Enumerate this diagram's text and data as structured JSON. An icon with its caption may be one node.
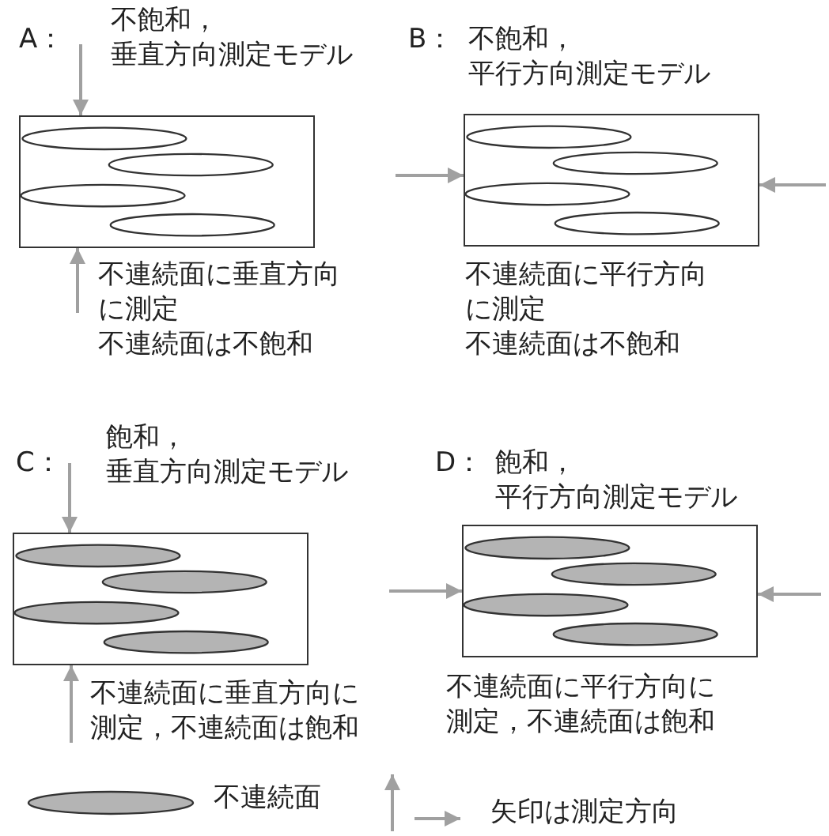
{
  "diagram": {
    "nodes": [
      {
        "text": [],
        "shape": "box"
      },
      {
        "text": [],
        "shape": "box"
      },
      {
        "text": [],
        "shape": "box"
      },
      {
        "text": [],
        "shape": "box"
      }
    ],
    "edges": [
      {
        "from": null,
        "to": 0,
        "arrow": "to"
      },
      {
        "from": null,
        "to": 0,
        "arrow": "to"
      },
      {
        "from": null,
        "to": 1,
        "arrow": "to"
      },
      {
        "from": null,
        "to": 1,
        "arrow": "to"
      },
      {
        "from": null,
        "to": 2,
        "arrow": "to"
      },
      {
        "from": null,
        "to": 2,
        "arrow": "to"
      },
      {
        "from": null,
        "to": 3,
        "arrow": "to"
      },
      {
        "from": null,
        "to": 3,
        "arrow": "to"
      }
    ],
    "labels": [
      "A：",
      "不飽和，垂直方向測定モデル",
      "B：",
      "不飽和，平行方向測定モデル",
      "不連続面に垂直方向に測定",
      "不連続面は不飽和",
      "不連続面に平行方向に測定",
      "不連続面は不飽和",
      "C：",
      "飽和，垂直方向測定モデル",
      "D：",
      "飽和，平行方向測定モデル",
      "不連続面に垂直方向に測定，不連続面は飽和",
      "不連続面に平行方向に測定，不連続面は飽和"
    ],
    "legend": [
      {
        "text": "不連続面"
      },
      {
        "text": "矢印は測定方向"
      }
    ]
  }
}
